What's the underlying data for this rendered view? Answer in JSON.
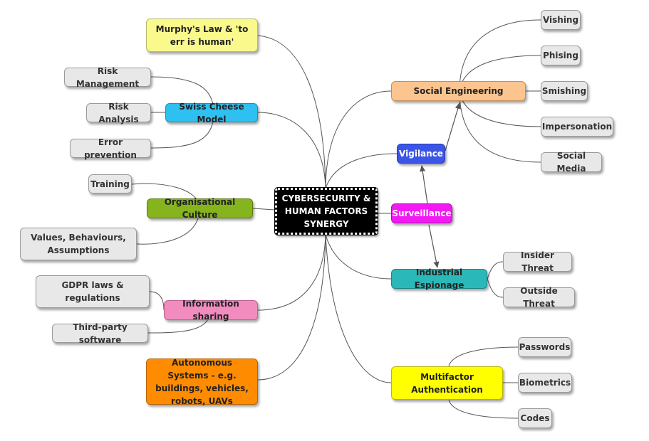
{
  "center": {
    "label": "CYBERSECURITY & HUMAN FACTORS SYNERGY"
  },
  "left_branches": {
    "murphy": "Murphy's Law & 'to err is human'",
    "swiss": "Swiss Cheese Model",
    "swiss_children": [
      "Risk Management",
      "Risk Analysis",
      "Error prevention"
    ],
    "org": "Organisational Culture",
    "org_children": [
      "Training",
      "Values, Behaviours, Assumptions"
    ],
    "info": "Information sharing",
    "info_children": [
      "GDPR laws & regulations",
      "Third-party software"
    ],
    "auto": "Autonomous Systems - e.g. buildings, vehicles, robots, UAVs"
  },
  "right_branches": {
    "social": "Social Engineering",
    "social_children": [
      "Vishing",
      "Phising",
      "Smishing",
      "Impersonation",
      "Social Media"
    ],
    "vigilance": "Vigilance",
    "surveillance": "Surveillance",
    "espionage": "Industrial Espionage",
    "espionage_children": [
      "Insider Threat",
      "Outside Threat"
    ],
    "mfa": "Multifactor Authentication",
    "mfa_children": [
      "Passwords",
      "Biometrics",
      "Codes"
    ]
  },
  "colors": {
    "murphy": "#fafa8c",
    "swiss": "#2ec0f0",
    "org": "#86b41c",
    "info": "#f28cbf",
    "auto": "#ff8c00",
    "social": "#fcc48e",
    "vigilance": "#3b55e6",
    "surveillance": "#f21af2",
    "espionage": "#2ab8b8",
    "mfa": "#ffff00",
    "leaf": "#e8e8e8",
    "center": "#000000"
  }
}
